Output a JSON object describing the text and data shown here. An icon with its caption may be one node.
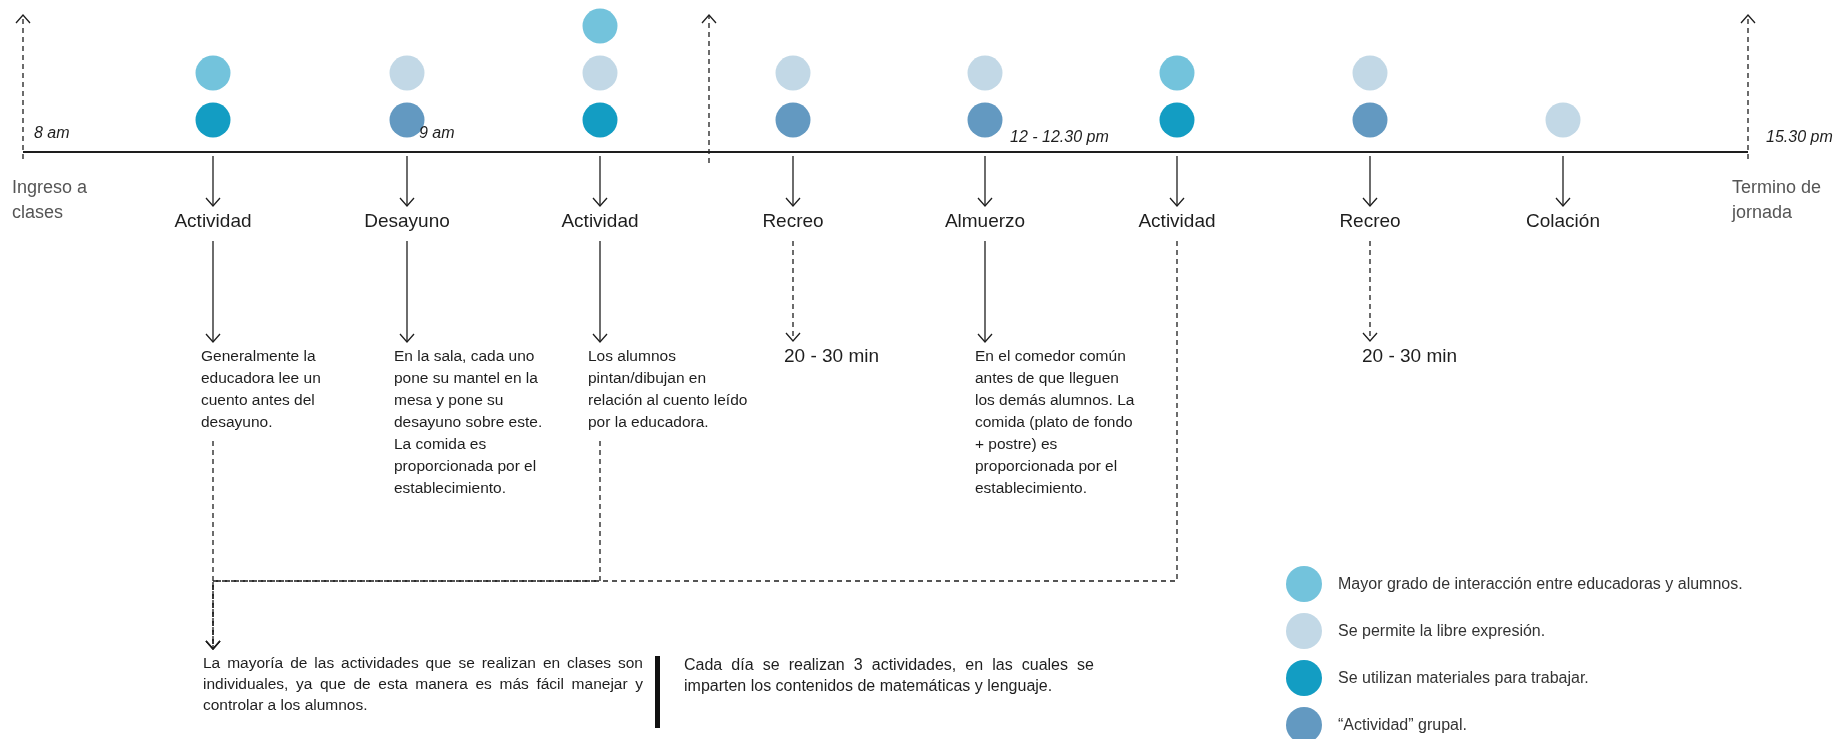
{
  "diagram": {
    "nodes": [
      {
        "text": [
          "Ingreso a clases"
        ]
      },
      {
        "text": [
          "Actividad"
        ]
      },
      {
        "text": [
          "Desayuno"
        ]
      },
      {
        "text": [
          "Actividad"
        ]
      },
      {
        "text": [
          "Recreo"
        ]
      },
      {
        "text": [
          "Almuerzo"
        ]
      },
      {
        "text": [
          "Actividad"
        ]
      },
      {
        "text": [
          "Recreo"
        ]
      },
      {
        "text": [
          "Colación"
        ]
      },
      {
        "text": [
          "Termino de jornada"
        ]
      },
      {
        "text": [
          "Generalmente la educadora lee un cuento antes del desayuno."
        ]
      },
      {
        "text": [
          "En la sala, cada uno pone su mantel en la mesa y pone su desayuno sobre este. La comida es proporcionada por el establecimiento."
        ]
      },
      {
        "text": [
          "Los alumnos pintan/dibujan en relación al cuento leído por la educadora."
        ]
      },
      {
        "text": [
          "20 - 30 min"
        ]
      },
      {
        "text": [
          "En el comedor común antes de que lleguen los demás alumnos. La comida (plato de fondo + postre) es proporcionada por el establecimiento."
        ]
      },
      {
        "text": [
          "20 - 30 min"
        ]
      },
      {
        "text": [
          "La mayoría de las actividades que se realizan en clases son individuales, ya que de esta manera es más fácil manejar y controlar a los alumnos."
        ]
      },
      {
        "text": [],
        "shape": "bar"
      }
    ],
    "edges": [
      {
        "from": 17,
        "to": 1,
        "arrow": "to"
      },
      {
        "from": 17,
        "to": 2,
        "arrow": "to"
      },
      {
        "from": 17,
        "to": 3,
        "arrow": "to"
      },
      {
        "from": 17,
        "to": 4,
        "arrow": "to"
      },
      {
        "from": 17,
        "to": 5,
        "arrow": "to"
      },
      {
        "from": 17,
        "to": 6,
        "arrow": "to"
      },
      {
        "from": 17,
        "to": 7,
        "arrow": "to"
      },
      {
        "from": 17,
        "to": 8,
        "arrow": "to"
      },
      {
        "from": 1,
        "to": 10,
        "arrow": "to"
      },
      {
        "from": 2,
        "to": 11,
        "arrow": "to"
      },
      {
        "from": 3,
        "to": 12,
        "arrow": "to"
      },
      {
        "from": 4,
        "to": 13,
        "arrow": "to",
        "style": "dashed"
      },
      {
        "from": 5,
        "to": 14,
        "arrow": "to"
      },
      {
        "from": 7,
        "to": 15,
        "arrow": "to",
        "style": "dashed"
      },
      {
        "from": 10,
        "to": 16,
        "arrow": "to",
        "style": "dashed"
      },
      {
        "from": 12,
        "to": 16,
        "arrow": "to",
        "style": "dashed"
      },
      {
        "from": 6,
        "to": 16,
        "arrow": "to",
        "style": "dashed"
      },
      {
        "from": 17,
        "to": null,
        "arrow": "to",
        "style": "dashed"
      },
      {
        "from": 17,
        "to": null,
        "arrow": "to",
        "style": "dashed"
      },
      {
        "from": 17,
        "to": null,
        "arrow": "to",
        "style": "dashed"
      }
    ],
    "labels": [
      "8 am",
      "9 am",
      "12 - 12.30 pm",
      "15.30 pm",
      "Cada día se realizan 3 actividades, en las cuales se imparten los contenidos de matemáticas y lenguaje."
    ],
    "legend": [
      {
        "text": "Mayor grado de interacción entre educadoras y alumnos.",
        "color": "#73c3dc"
      },
      {
        "text": "Se permite la libre expresión.",
        "color": "#c2d8e6"
      },
      {
        "text": "Se utilizan materiales para trabajar.",
        "color": "#139dc3"
      },
      {
        "text": "“Actividad” grupal.",
        "color": "#6399c1"
      }
    ]
  }
}
